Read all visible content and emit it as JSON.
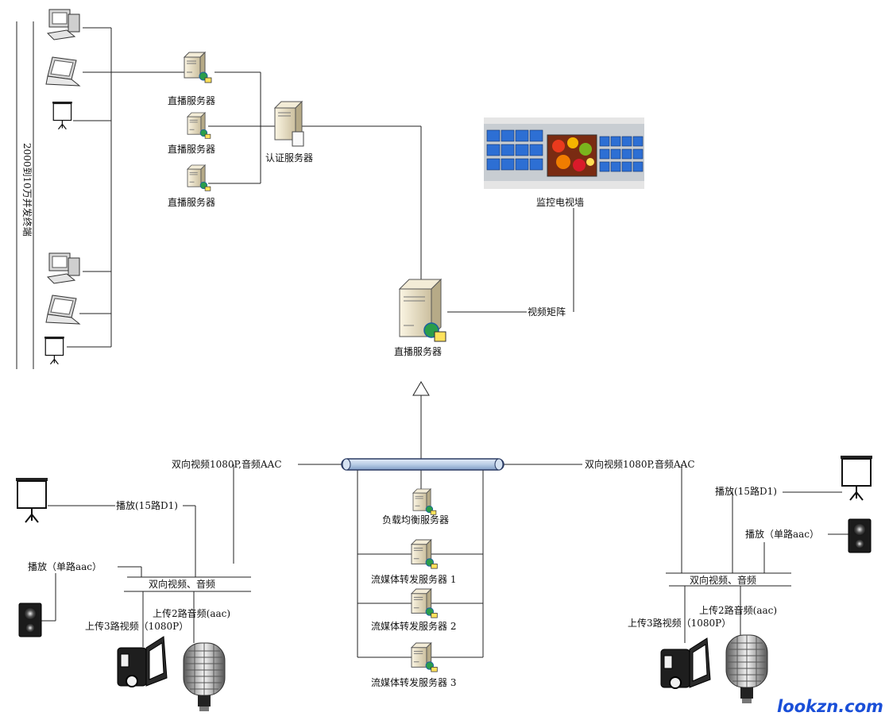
{
  "labels": {
    "vertical_terminals": "2000到10万并发终端",
    "live_server_top1": "直播服务器",
    "live_server_top2": "直播服务器",
    "live_server_top3": "直播服务器",
    "auth_server": "认证服务器",
    "monitor_wall": "监控电视墙",
    "video_matrix": "视频矩阵",
    "live_server_center": "直播服务器",
    "bus_left": "双向视频1080P,音频AAC",
    "bus_right": "双向视频1080P,音频AAC",
    "lb_server": "负载均衡服务器",
    "stream_server_1": "流媒体转发服务器 1",
    "stream_server_2": "流媒体转发服务器 2",
    "stream_server_3": "流媒体转发服务器 3",
    "left_play_video": "播放(15路D1)",
    "left_play_audio": "播放（单路aac）",
    "left_bidir": "双向视频、音频",
    "left_upload_audio": "上传2路音频(aac)",
    "left_upload_video": "上传3路视频（1080P）",
    "right_play_video": "播放(15路D1)",
    "right_play_audio": "播放（单路aac）",
    "right_bidir": "双向视频、音频",
    "right_upload_audio": "上传2路音频(aac)",
    "right_upload_video": "上传3路视频（1080P）",
    "watermark": "lookzn.com"
  },
  "icons": {
    "desktop": "desktop-computer-icon",
    "laptop": "laptop-icon",
    "screen": "projector-screen-icon",
    "server": "server-icon",
    "speaker": "speaker-icon",
    "camera": "video-camera-icon",
    "mic": "microphone-icon",
    "wall": "video-wall-icon"
  },
  "colors": {
    "bus_fill": "#b9cde6",
    "bus_stroke": "#2a3b63",
    "watermark": "#1a4fd8"
  }
}
